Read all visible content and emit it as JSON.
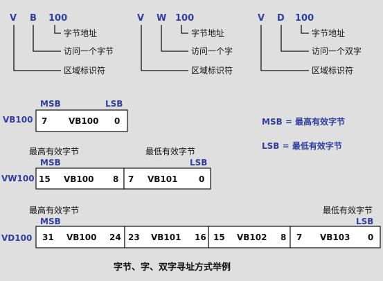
{
  "decompositions": [
    {
      "letters": [
        "V",
        "B",
        "100"
      ],
      "labels": [
        "字节地址",
        "访问一个字节",
        "区域标识符"
      ]
    },
    {
      "letters": [
        "V",
        "W",
        "100"
      ],
      "labels": [
        "字节地址",
        "访问一个字",
        "区域标识符"
      ]
    },
    {
      "letters": [
        "V",
        "D",
        "100"
      ],
      "labels": [
        "字节地址",
        "访问一个双字",
        "区域标识符"
      ]
    }
  ],
  "legend": {
    "msb": "MSB = 最高有效字节",
    "lsb": "LSB = 最低有效字节"
  },
  "vb": {
    "name": "VB100",
    "msb": "MSB",
    "lsb": "LSB",
    "cells": [
      {
        "left": "7",
        "mid": "VB100",
        "right": "0"
      }
    ]
  },
  "vw": {
    "name": "VW100",
    "top_left": "最高有效字节",
    "top_right": "最低有效字节",
    "msb": "MSB",
    "lsb": "LSB",
    "cells": [
      {
        "left": "15",
        "mid": "VB100",
        "right": "8"
      },
      {
        "left": "7",
        "mid": "VB101",
        "right": "0"
      }
    ]
  },
  "vd": {
    "name": "VD100",
    "top_left": "最高有效字节",
    "top_right": "最低有效字节",
    "msb": "MSB",
    "lsb": "LSB",
    "cells": [
      {
        "left": "31",
        "mid": "VB100",
        "right": "24"
      },
      {
        "left": "23",
        "mid": "VB101",
        "right": "16"
      },
      {
        "left": "15",
        "mid": "VB102",
        "right": "8"
      },
      {
        "left": "7",
        "mid": "VB103",
        "right": "0"
      }
    ]
  },
  "caption": "字节、字、双字寻址方式举例"
}
